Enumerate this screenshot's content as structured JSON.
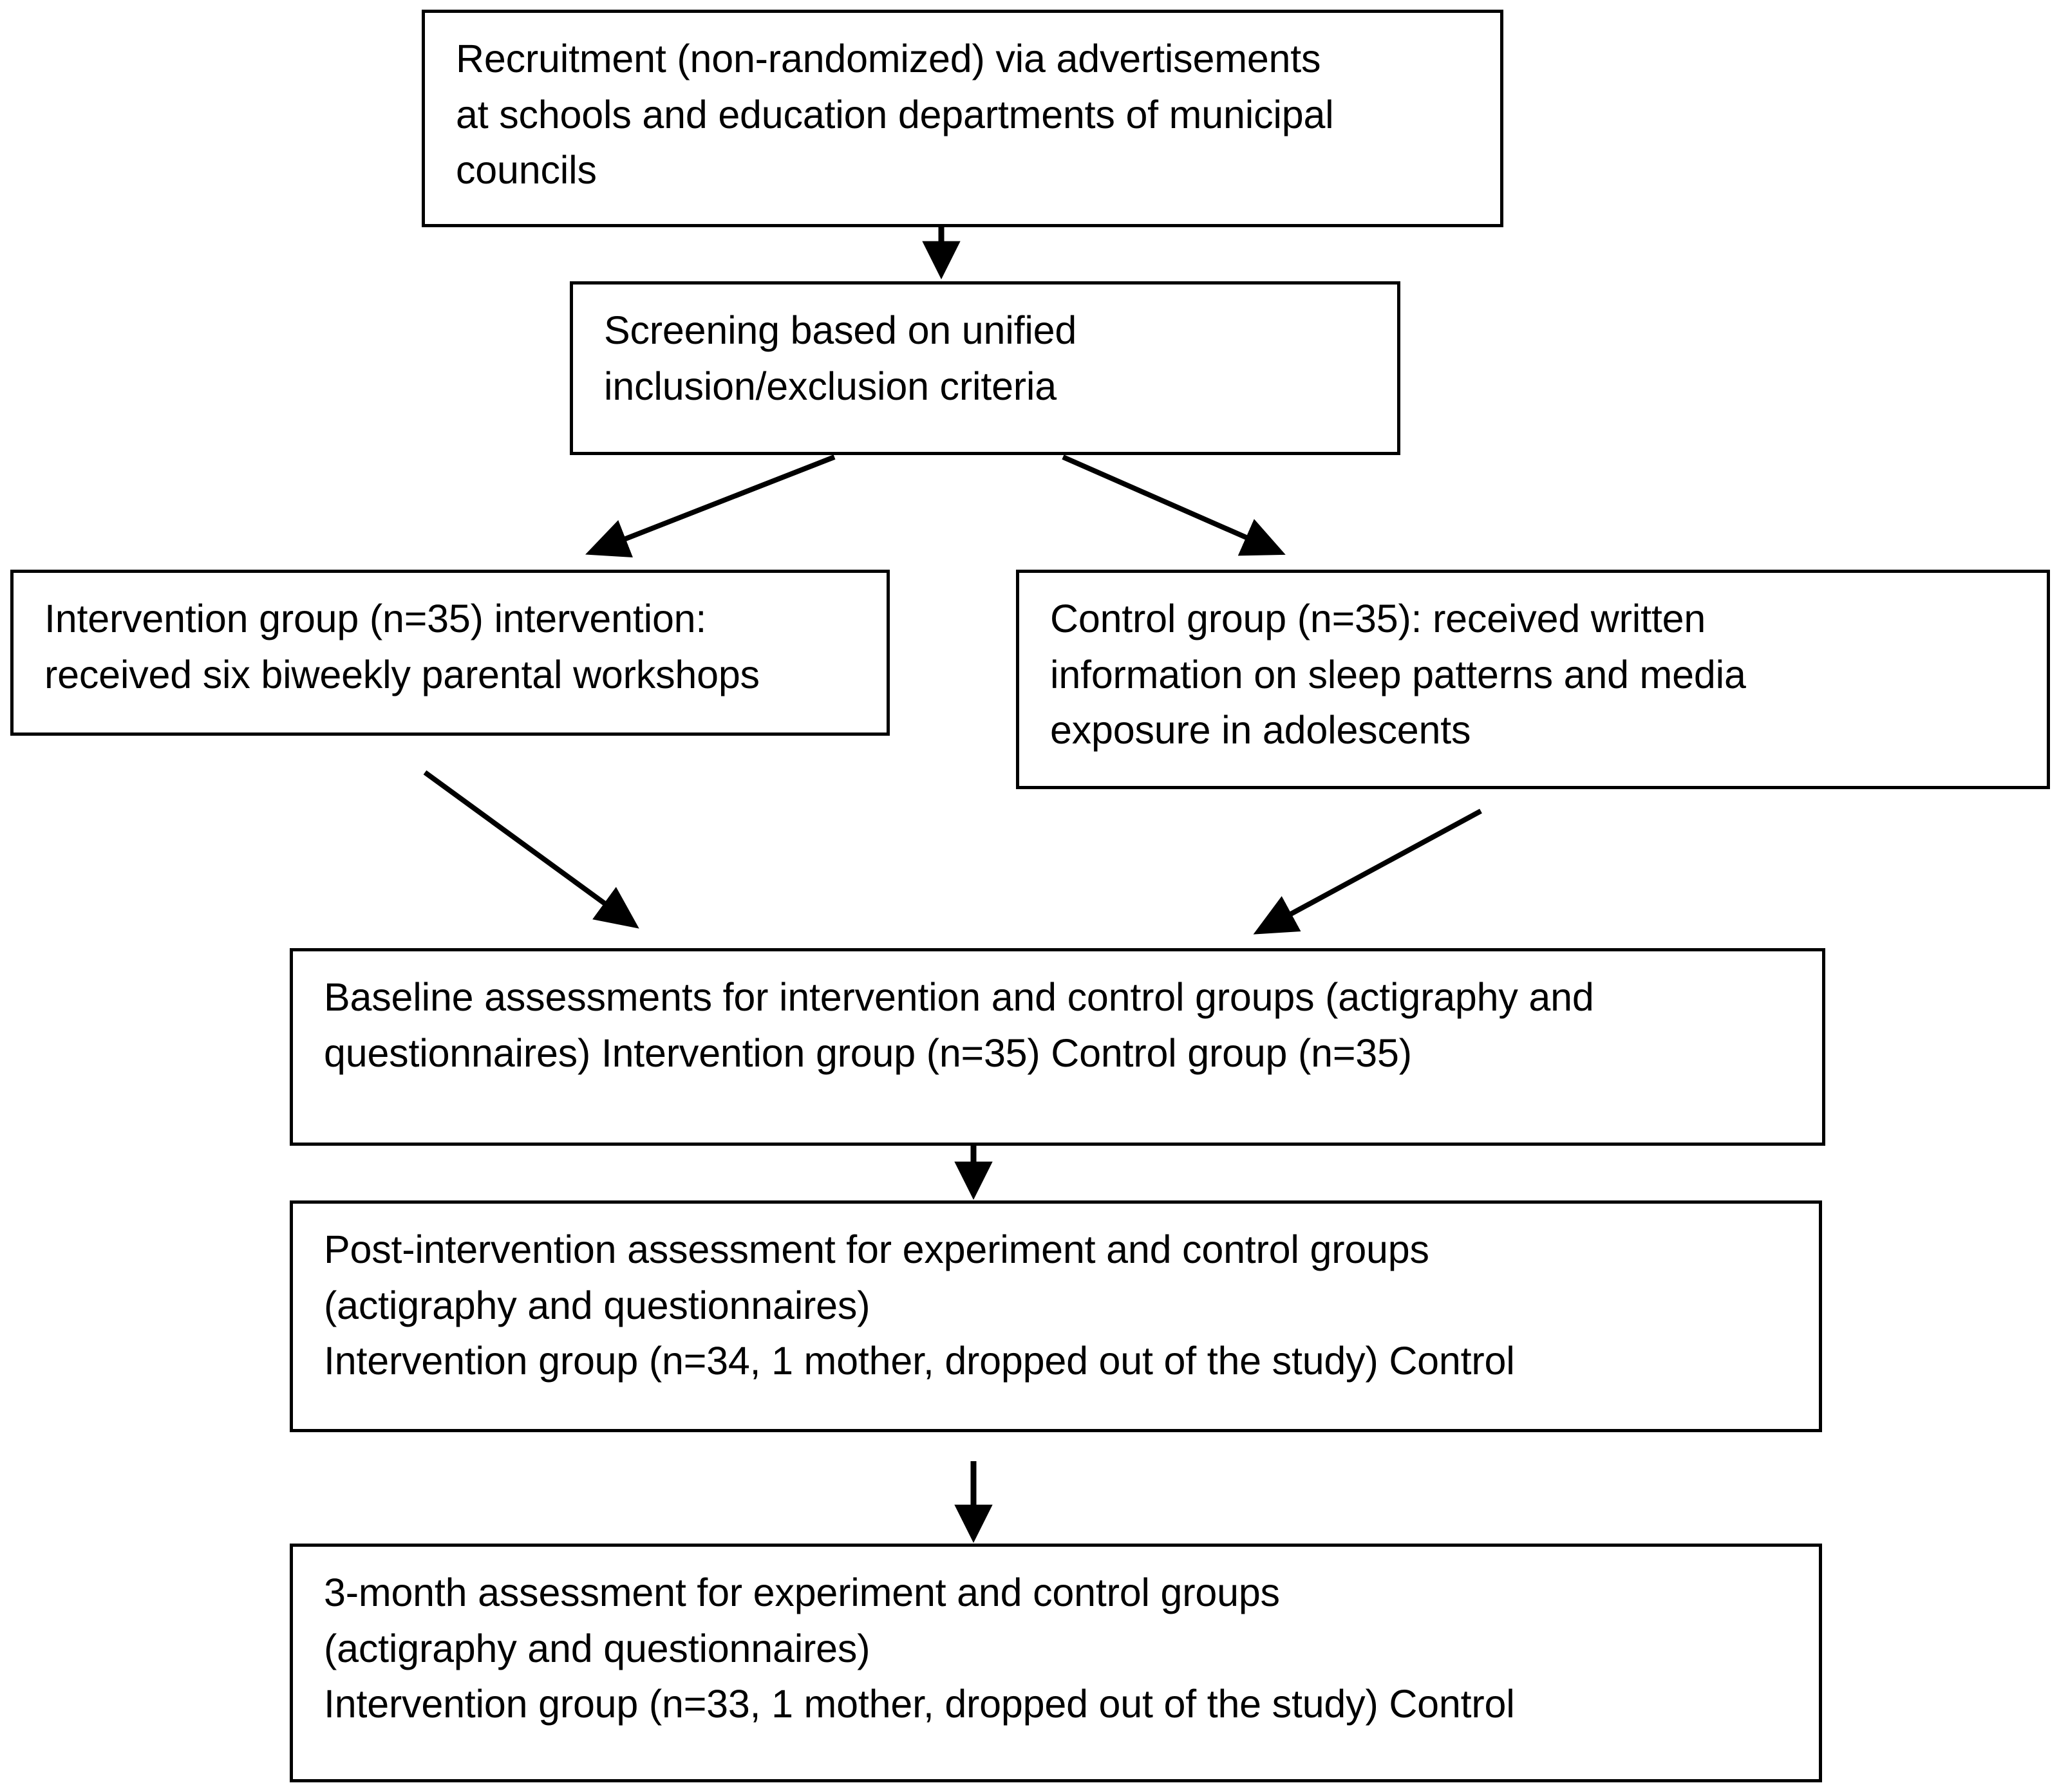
{
  "diagram": {
    "type": "flowchart",
    "orientation": "top-to-bottom",
    "nodes": [
      {
        "id": "recruitment",
        "text": "Recruitment (non-randomized) via advertisements\nat schools and education departments of municipal\ncouncils"
      },
      {
        "id": "screening",
        "text": "Screening based on unified\ninclusion/exclusion criteria"
      },
      {
        "id": "intervention",
        "text": "Intervention group (n=35) intervention:\nreceived six biweekly parental workshops"
      },
      {
        "id": "control",
        "text": "Control group (n=35): received written\ninformation on sleep patterns and media\nexposure in adolescents"
      },
      {
        "id": "baseline",
        "text": "Baseline assessments for intervention and control groups (actigraphy and\nquestionnaires) Intervention group (n=35) Control group (n=35)"
      },
      {
        "id": "post",
        "text": "Post-intervention assessment for experiment and control groups\n(actigraphy and questionnaires)\n  Intervention group (n=34, 1 mother,  dropped out of the study) Control"
      },
      {
        "id": "threemonth",
        "text": "3-month assessment for experiment and control groups\n(actigraphy and questionnaires)\n  Intervention group (n=33, 1 mother, dropped out of the study) Control"
      }
    ],
    "edges": [
      {
        "id": "recruitment-to-screening",
        "from": "recruitment",
        "to": "screening",
        "style": "straight-down-arrow"
      },
      {
        "id": "screening-to-intervention",
        "from": "screening",
        "to": "intervention",
        "style": "diagonal-left-arrow"
      },
      {
        "id": "screening-to-control",
        "from": "screening",
        "to": "control",
        "style": "diagonal-right-arrow"
      },
      {
        "id": "intervention-to-baseline",
        "from": "intervention",
        "to": "baseline",
        "style": "diagonal-right-down-arrow"
      },
      {
        "id": "control-to-baseline",
        "from": "control",
        "to": "baseline",
        "style": "diagonal-left-down-arrow"
      },
      {
        "id": "baseline-to-post",
        "from": "baseline",
        "to": "post",
        "style": "straight-down-arrow"
      },
      {
        "id": "post-to-threemonth",
        "from": "post",
        "to": "threemonth",
        "style": "straight-down-arrow"
      }
    ],
    "colors": {
      "stroke": "#000000",
      "fill": "#ffffff",
      "text": "#000000"
    }
  }
}
